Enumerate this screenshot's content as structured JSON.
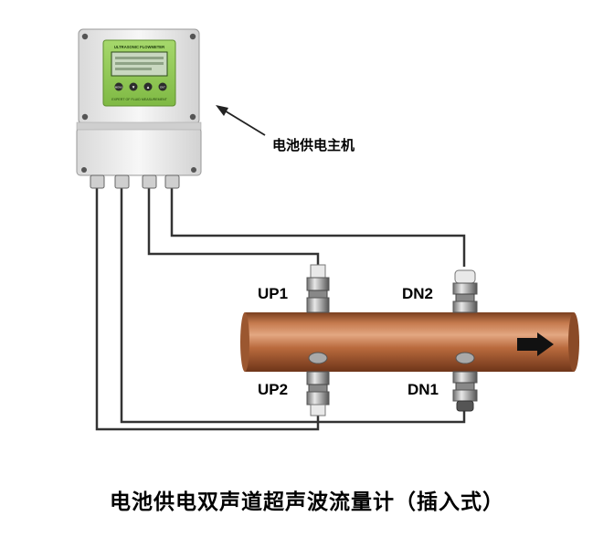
{
  "host": {
    "label": "电池供电主机",
    "screen_title": "ULTRASONIC FLOWMETER",
    "buttons": [
      "MENU",
      "▼",
      "▲",
      "ENT"
    ],
    "footer": "EXPERT OF FLUID MEASUREMENT"
  },
  "sensors": {
    "up1": "UP1",
    "up2": "UP2",
    "dn1": "DN1",
    "dn2": "DN2"
  },
  "caption": "电池供电双声道超声波流量计（插入式）",
  "colors": {
    "pipe": "#b5673a",
    "pipe_highlight": "#e0a27c",
    "screen_panel": "#8cc63f",
    "enclosure": "#eeeeee"
  }
}
